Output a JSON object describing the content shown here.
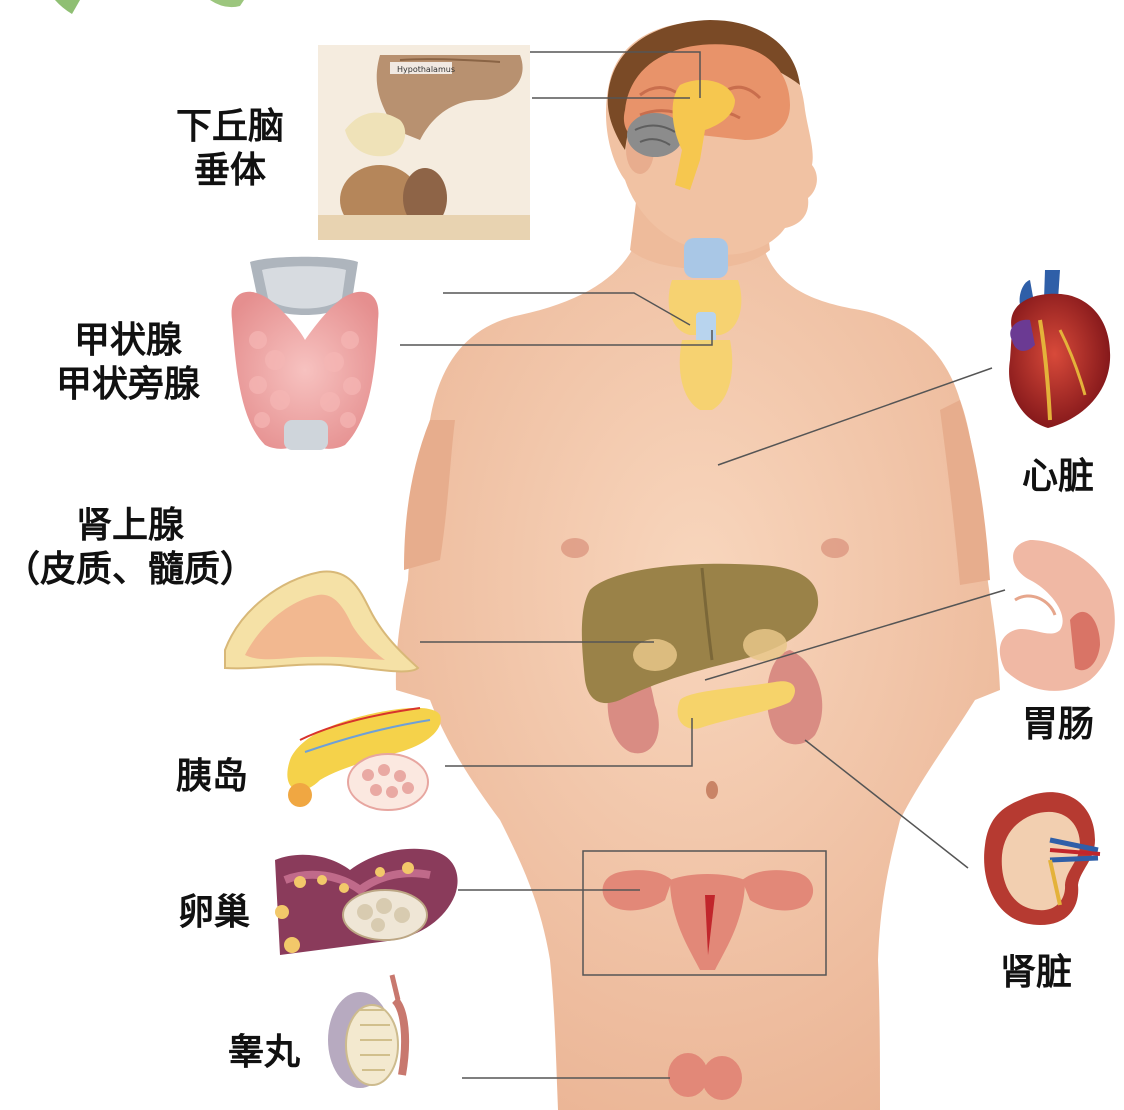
{
  "labels": {
    "hypothalamus": "下丘脑",
    "pituitary": "垂体",
    "thyroid": "甲状腺",
    "parathyroid": "甲状旁腺",
    "adrenal": "肾上腺",
    "adrenal_detail": "（皮质、髓质）",
    "pancreatic_islet": "胰岛",
    "ovary": "卵巢",
    "testis": "睾丸",
    "heart": "心脏",
    "stomach_intestine": "胃肠",
    "kidney": "肾脏",
    "inset_hypothalamus": "Hypothalamus"
  },
  "colors": {
    "skin": "#f3c7a8",
    "skin_shadow": "#e3a787",
    "hair": "#7a4a26",
    "brain": "#e8936a",
    "gland_yellow": "#f6d36a",
    "liver": "#9a8248",
    "kidney": "#d98c83",
    "uterus": "#e28878",
    "heart_red": "#b8242a",
    "thyroid_pink": "#f0a6a4",
    "line": "#555555"
  }
}
